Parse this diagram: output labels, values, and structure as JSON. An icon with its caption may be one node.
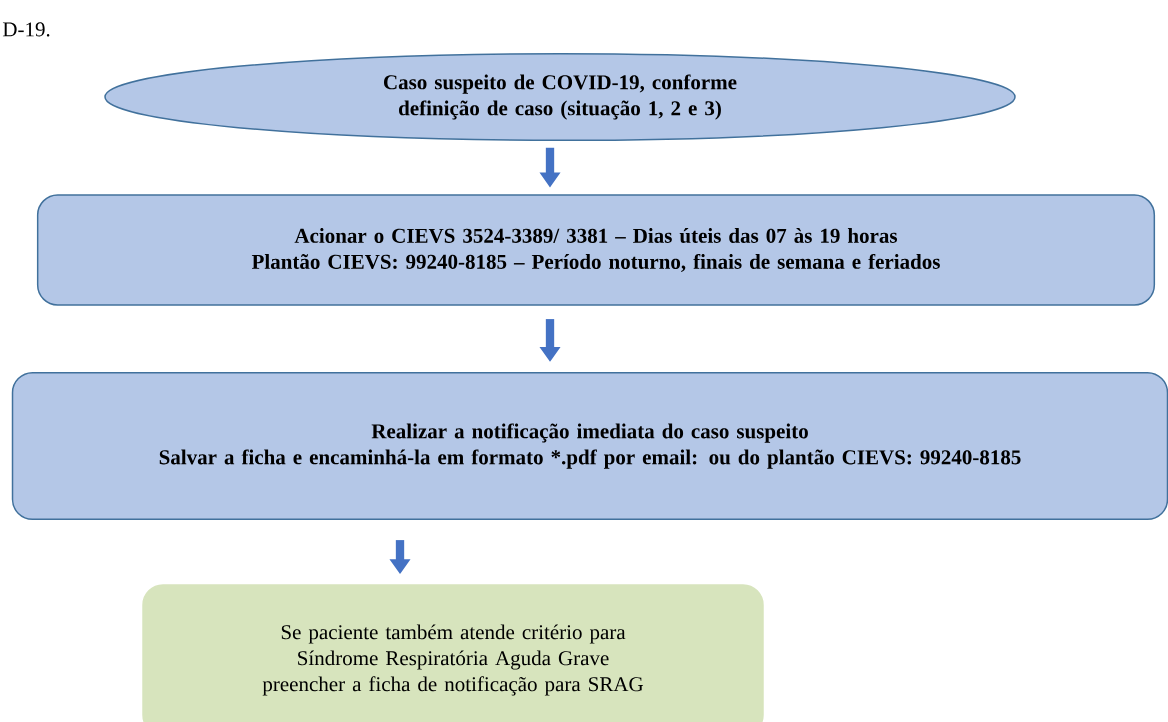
{
  "diagram": {
    "nodes": [
      {
        "text": [
          "Caso suspeito de COVID-19, conforme definição de caso (situação 1, 2 e 3)"
        ]
      },
      {
        "text": [
          "Acionar o CIEVS 3524-3389/ 3381 – Dias úteis das 07 às 19 horas",
          "Plantão CIEVS: 99240-8185 – Período noturno, finais de semana e feriados"
        ]
      },
      {
        "text": [
          "Realizar a notificação imediata do caso suspeito",
          "Salvar a ficha e encaminhá-la em formato *.pdf por email: ou do plantão CIEVS: 99240-8185"
        ]
      },
      {
        "text": [
          "Se paciente também atende critério para Síndrome Respiratória Aguda Grave preencher a ficha de notificação para SRAG"
        ]
      }
    ],
    "edges": [
      {
        "from": 0,
        "to": 1,
        "arrow": "to"
      },
      {
        "from": 1,
        "to": 2,
        "arrow": "to"
      },
      {
        "from": 2,
        "to": 3,
        "arrow": "to"
      }
    ],
    "labels": [
      "D-19."
    ]
  }
}
